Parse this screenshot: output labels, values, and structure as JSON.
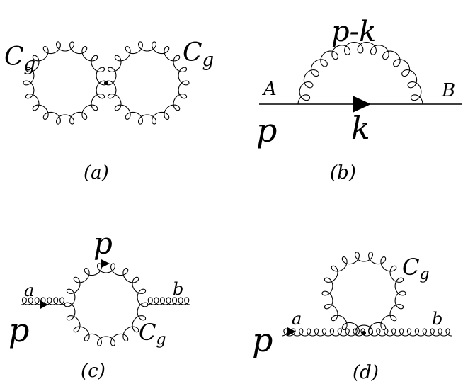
{
  "panels": {
    "a": {
      "caption": "(a)",
      "left_label": "C",
      "left_label_sub": "g",
      "right_label": "C",
      "right_label_sub": "g"
    },
    "b": {
      "caption": "(b)",
      "top_label": "p-k",
      "left_label": "A",
      "right_label": "B",
      "incoming_label": "p",
      "bottom_label": "k"
    },
    "c": {
      "caption": "(c)",
      "top_label": "p",
      "left_index": "a",
      "right_index": "b",
      "incoming_label": "p",
      "loop_label": "C",
      "loop_label_sub": "g"
    },
    "d": {
      "caption": "(d)",
      "loop_label": "C",
      "loop_label_sub": "g",
      "left_index": "a",
      "right_index": "b",
      "incoming_label": "p"
    }
  }
}
